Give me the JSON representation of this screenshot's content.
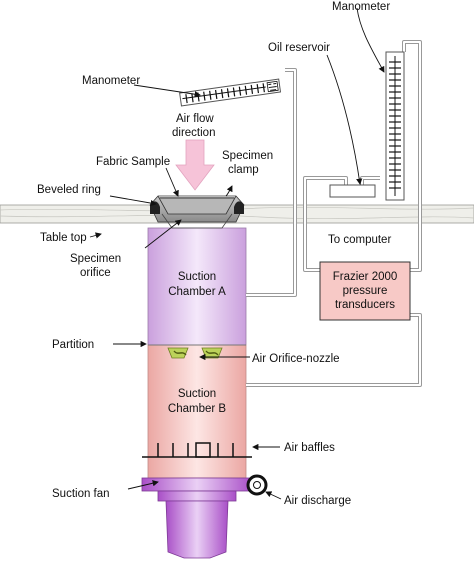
{
  "labels": {
    "manometer_right": "Manometer",
    "oil_reservoir": "Oil reservoir",
    "manometer_left": "Manometer",
    "air_flow_1": "Air flow",
    "air_flow_2": "direction",
    "fabric_sample": "Fabric Sample",
    "specimen_clamp_1": "Specimen",
    "specimen_clamp_2": "clamp",
    "beveled_ring": "Beveled ring",
    "table_top": "Table top",
    "to_computer": "To computer",
    "specimen_orifice_1": "Specimen",
    "specimen_orifice_2": "orifice",
    "chamber_a_1": "Suction",
    "chamber_a_2": "Chamber A",
    "transducer_1": "Frazier 2000",
    "transducer_2": "pressure",
    "transducer_3": "transducers",
    "partition": "Partition",
    "orifice_nozzle": "Air Orifice-nozzle",
    "chamber_b_1": "Suction",
    "chamber_b_2": "Chamber B",
    "air_baffles": "Air baffles",
    "suction_fan": "Suction fan",
    "air_discharge": "Air discharge"
  },
  "colors": {
    "chamber_a": "#e3c7f0",
    "chamber_b": "#f7c9c6",
    "fan": "#c97fe0",
    "arrow": "#f6c3d8",
    "nozzle": "#bcd25a"
  }
}
